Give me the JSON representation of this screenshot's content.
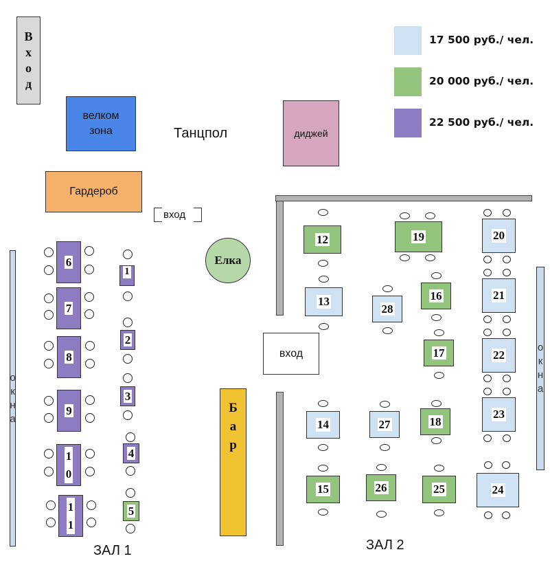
{
  "colors": {
    "price_17500": "#cfe2f3",
    "price_20000": "#93c47d",
    "price_22500": "#8e7cc3",
    "welcome": "#4a86e8",
    "wardrobe": "#f6b26b",
    "dj": "#d5a6bd",
    "bar": "#f1c232",
    "tree": "#b6d7a8",
    "entrance": "#d9d9d9"
  },
  "legend": [
    {
      "price_key": "price_17500",
      "label": "17 500 руб./ чел."
    },
    {
      "price_key": "price_20000",
      "label": "20 000 руб./ чел."
    },
    {
      "price_key": "price_22500",
      "label": "22 500 руб./ чел."
    }
  ],
  "zones": {
    "main_entrance": [
      "В",
      "х",
      "о",
      "д"
    ],
    "welcome_zone": "велком\nзона",
    "dance_floor": "Танцпол",
    "dj": "диджей",
    "wardrobe": "Гардероб",
    "small_entrance": "вход",
    "tree": "Елка",
    "hall2_entrance": "вход",
    "bar": [
      "Б",
      "а",
      "р"
    ],
    "windows_left": [
      "о",
      "к",
      "н",
      "а"
    ],
    "windows_right": [
      "о",
      "к",
      "н",
      "а"
    ],
    "hall1_label": "ЗАЛ 1",
    "hall2_label": "ЗАЛ 2"
  },
  "hall1": {
    "tables": [
      {
        "number": "1",
        "price": "22 500"
      },
      {
        "number": "2",
        "price": "22 500"
      },
      {
        "number": "3",
        "price": "22 500"
      },
      {
        "number": "4",
        "price": "22 500"
      },
      {
        "number": "5",
        "price": "20 000"
      },
      {
        "number": "6",
        "price": "22 500"
      },
      {
        "number": "7",
        "price": "22 500"
      },
      {
        "number": "8",
        "price": "22 500"
      },
      {
        "number": "9",
        "price": "22 500"
      },
      {
        "number": "10",
        "price": "22 500"
      },
      {
        "number": "11",
        "price": "22 500"
      }
    ]
  },
  "hall2": {
    "tables": [
      {
        "number": "12",
        "price": "20 000"
      },
      {
        "number": "13",
        "price": "17 500"
      },
      {
        "number": "14",
        "price": "17 500"
      },
      {
        "number": "15",
        "price": "20 000"
      },
      {
        "number": "16",
        "price": "20 000"
      },
      {
        "number": "17",
        "price": "20 000"
      },
      {
        "number": "18",
        "price": "20 000"
      },
      {
        "number": "19",
        "price": "20 000"
      },
      {
        "number": "20",
        "price": "17 500"
      },
      {
        "number": "21",
        "price": "17 500"
      },
      {
        "number": "22",
        "price": "17 500"
      },
      {
        "number": "23",
        "price": "17 500"
      },
      {
        "number": "24",
        "price": "17 500"
      },
      {
        "number": "25",
        "price": "20 000"
      },
      {
        "number": "26",
        "price": "20 000"
      },
      {
        "number": "27",
        "price": "17 500"
      },
      {
        "number": "28",
        "price": "17 500"
      }
    ]
  }
}
